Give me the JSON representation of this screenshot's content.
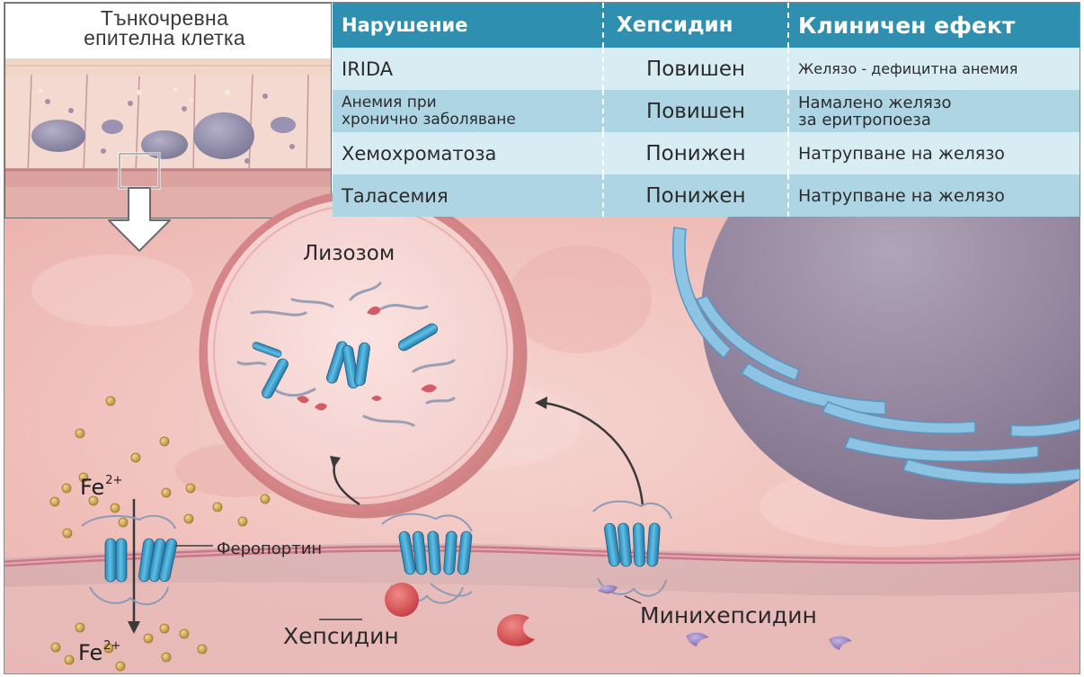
{
  "inset": {
    "title_line1": "Тънкочревна",
    "title_line2": "епителна клетка"
  },
  "table": {
    "headers": [
      "Нарушение",
      "Хепсидин",
      "Клиничен ефект"
    ],
    "rows": [
      {
        "disorder": "IRIDA",
        "hepcidin": "Повишен",
        "effect": "Желязо - дефицитна анемия"
      },
      {
        "disorder_line1": "Анемия при",
        "disorder_line2": "хронично заболяване",
        "hepcidin": "Повишен",
        "effect_line1": "Намалено желязо",
        "effect_line2": "за еритропоеза"
      },
      {
        "disorder": "Хемохроматоза",
        "hepcidin": "Понижен",
        "effect": "Натрупване на желязо"
      },
      {
        "disorder": "Таласемия",
        "hepcidin": "Понижен",
        "effect": "Натрупване на желязо"
      }
    ]
  },
  "labels": {
    "lysosome": "Лизозом",
    "ferroportin": "Феропортин",
    "hepcidin": "Хепсидин",
    "minihepcidin": "Минихепсидин",
    "iron": "Fe",
    "iron_charge": "2+"
  },
  "colors": {
    "table_header": "#2e8fb0",
    "row_light": "#d8ecf3",
    "row_dark": "#aed5e3",
    "cytoplasm": "#f2c6c2",
    "protein_blue": "#3aa3cf",
    "hepcidin_red": "#e0585a",
    "minihepcidin_purple": "#9a86c4",
    "iron_particle": "#d8b060"
  },
  "icons": {
    "arrow_down": "hollow-arrow-down-icon",
    "arrow_curved": "curved-arrow-icon"
  }
}
